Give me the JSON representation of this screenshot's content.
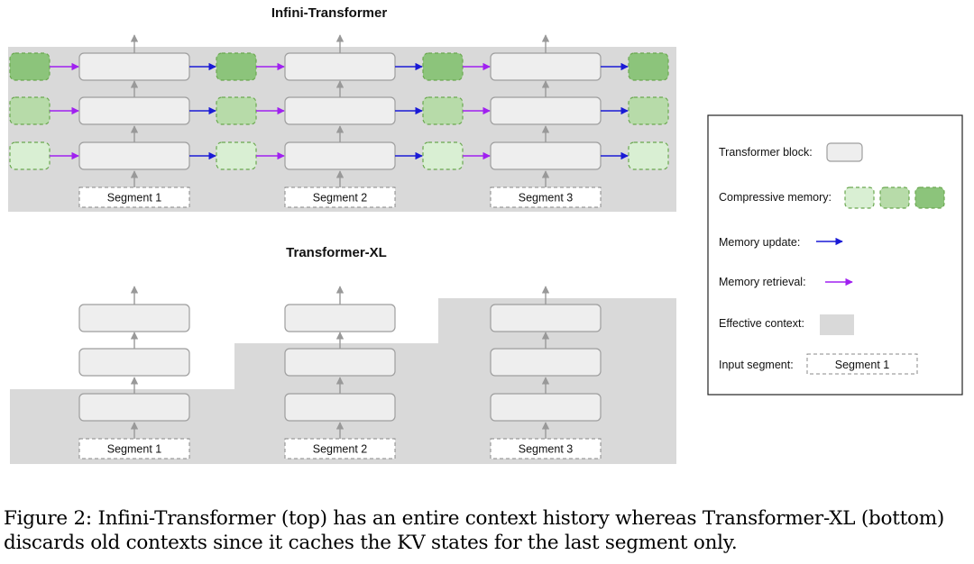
{
  "top_title": "Infini-Transformer",
  "bottom_title": "Transformer-XL",
  "segments": [
    "Segment 1",
    "Segment 2",
    "Segment 3"
  ],
  "legend": {
    "transformer_block": "Transformer block:",
    "compressive_memory": "Compressive memory:",
    "memory_update": "Memory update:",
    "memory_retrieval": "Memory retrieval:",
    "effective_context": "Effective context:",
    "input_segment": "Input segment:",
    "input_segment_sample": "Segment 1"
  },
  "caption": "Figure 2: Infini-Transformer (top) has an entire context history whereas Transformer-XL (bottom) discards old contexts since it caches the KV states for the last segment only.",
  "colors": {
    "context": "#d9d9d9",
    "block_fill": "#eeeeee",
    "block_stroke": "#9e9e9e",
    "memory_light": "#d9efd3",
    "memory_mid": "#b7dba9",
    "memory_dark": "#8cc47b",
    "memory_stroke": "#6aa84f",
    "update_arrow": "#1a1ad6",
    "retrieval_arrow": "#a020f0",
    "flow_arrow": "#999999"
  }
}
